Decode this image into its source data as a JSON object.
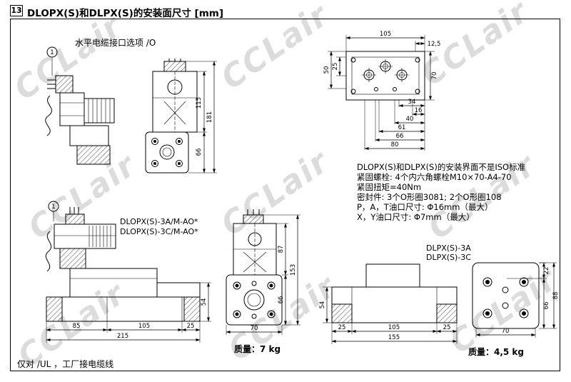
{
  "header": {
    "section_number": "13",
    "title": "DLOPX(S)和DLPX(S)的安装面尺寸 [mm]"
  },
  "watermark": {
    "text": "CCLair"
  },
  "upper_left": {
    "callout": "1",
    "option_label": "水平电缆接口选项 /O"
  },
  "upper_front_view": {
    "dim_height_body": "115",
    "dim_height_total": "181",
    "dim_height_flange": "66"
  },
  "top_view": {
    "dim_105": "105",
    "dim_12_5": "12,5",
    "dim_25": "25",
    "dim_50": "50",
    "dim_70": "70",
    "dim_34": "34",
    "dim_16": "16",
    "dim_40": "40",
    "dim_61": "61",
    "dim_66": "66",
    "dim_80": "80"
  },
  "notes": [
    "DLOPX(S)和DLPX(S)的安装界面不是ISO标准",
    "紧固螺栓: 4个内六角螺栓M10×70-A4-70",
    "紧固扭矩=40Nm",
    "密封件: 3个O形圈3081; 2个O形圈108",
    "P，A，T油口尺寸: Φ16mm（最大）",
    "X，Y油口尺寸: Φ7mm（最大）"
  ],
  "lower_left": {
    "callout": "1",
    "model_a": "DLOPX(S)-3A/M-AO*",
    "model_c": "DLOPX(S)-3C/M-AO*",
    "dim_85": "85",
    "dim_105": "105",
    "dim_25": "25",
    "dim_total": "215",
    "dim_54": "54"
  },
  "lower_front_view": {
    "dim_87": "87",
    "dim_153": "153",
    "dim_66": "66",
    "dim_70": "70",
    "mass": "质量：7 kg"
  },
  "dlpx": {
    "model_a": "DLPX(S)-3A",
    "model_c": "DLPX(S)-3C",
    "dim_54": "54",
    "dim_25_left": "25",
    "dim_105": "105",
    "dim_25_right": "25",
    "dim_155": "155",
    "dim_22": "22",
    "dim_88": "88",
    "dim_66": "66",
    "dim_70": "70",
    "mass": "质量：4,5 kg"
  },
  "footer": {
    "note": "仅对 /UL ，工厂接电缆线"
  }
}
